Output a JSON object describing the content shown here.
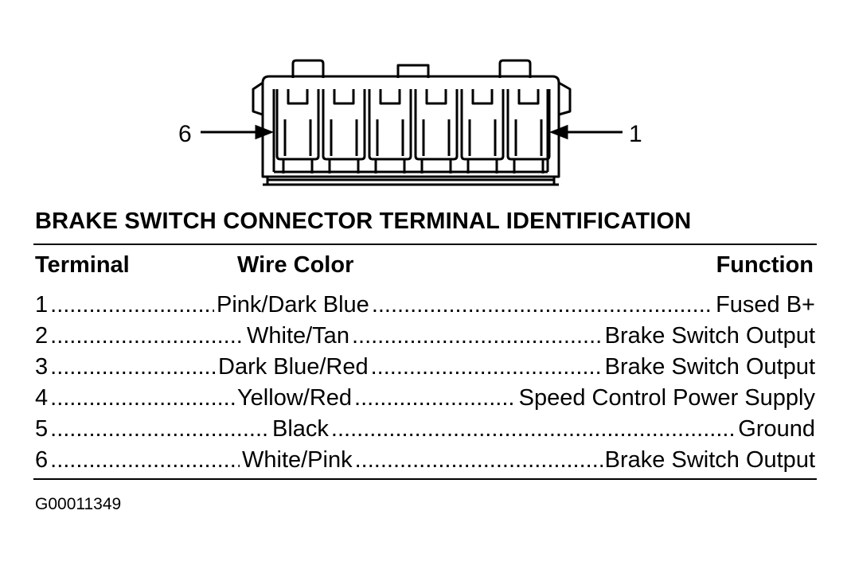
{
  "connector": {
    "left_pin_label": "6",
    "right_pin_label": "1"
  },
  "title": "BRAKE SWITCH CONNECTOR TERMINAL IDENTIFICATION",
  "headers": {
    "terminal": "Terminal",
    "wire_color": "Wire Color",
    "function": "Function"
  },
  "rows": [
    {
      "terminal": "1",
      "wire_color": "Pink/Dark Blue",
      "function": "Fused B+"
    },
    {
      "terminal": "2",
      "wire_color": "White/Tan",
      "function": "Brake Switch Output"
    },
    {
      "terminal": "3",
      "wire_color": "Dark Blue/Red",
      "function": "Brake Switch Output"
    },
    {
      "terminal": "4",
      "wire_color": "Yellow/Red",
      "function": "Speed Control Power Supply"
    },
    {
      "terminal": "5",
      "wire_color": "Black",
      "function": "Ground"
    },
    {
      "terminal": "6",
      "wire_color": "White/Pink",
      "function": "Brake Switch Output"
    }
  ],
  "figure_id": "G00011349"
}
